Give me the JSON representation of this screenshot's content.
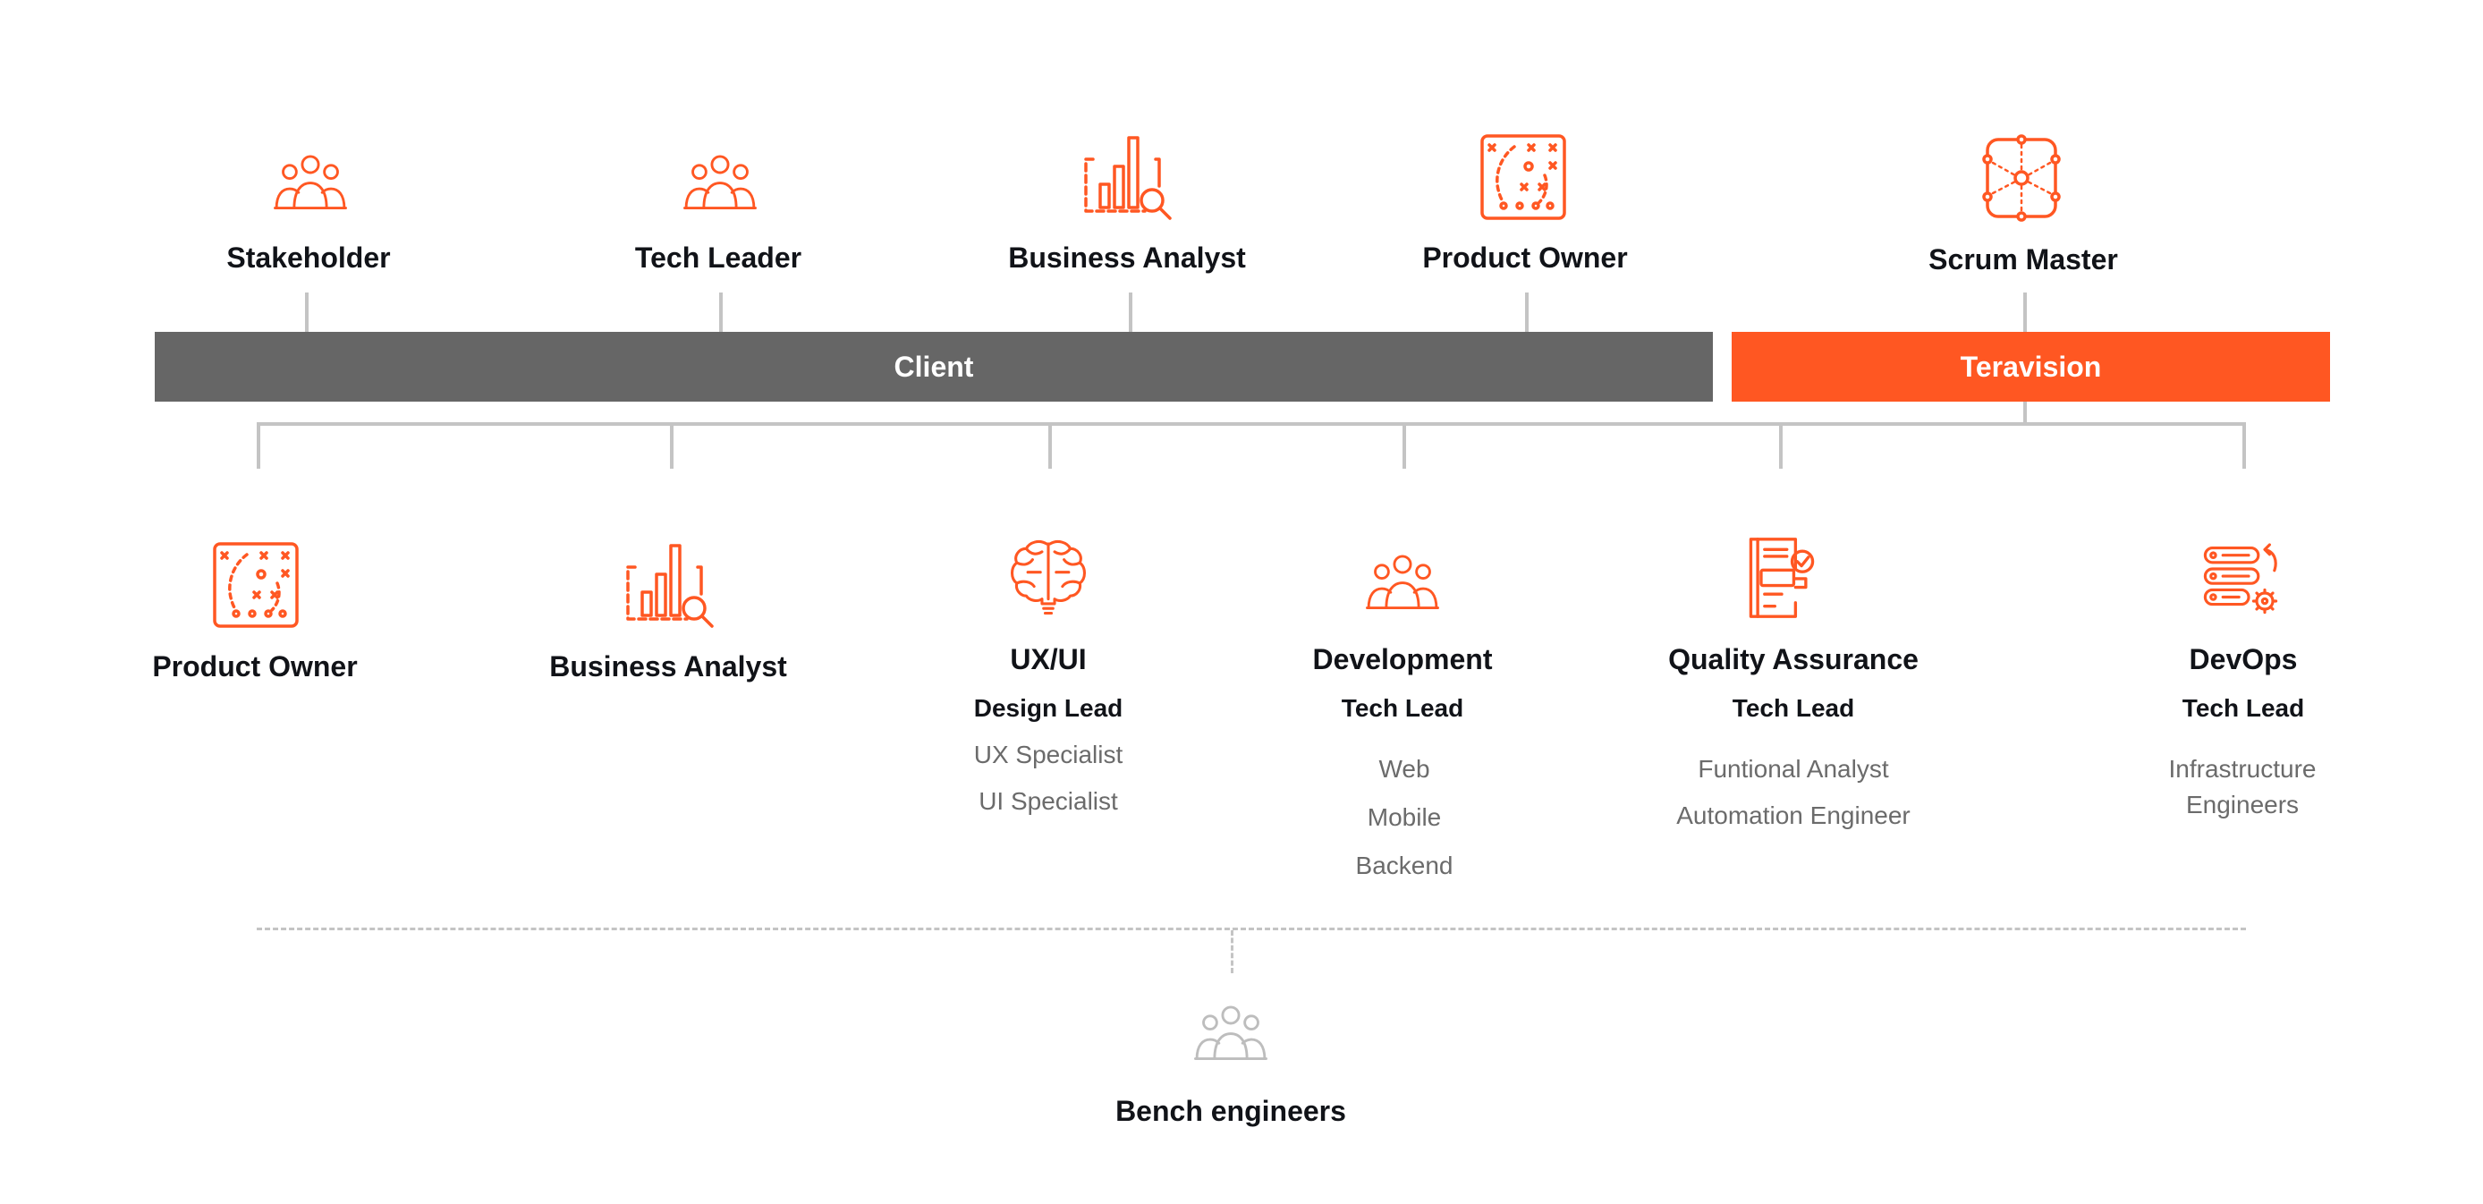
{
  "top_roles": [
    {
      "label": "Stakeholder",
      "icon": "people-group-icon"
    },
    {
      "label": "Tech Leader",
      "icon": "people-group-icon"
    },
    {
      "label": "Business Analyst",
      "icon": "analytics-chart-icon"
    },
    {
      "label": "Product Owner",
      "icon": "strategy-board-icon"
    },
    {
      "label": "Scrum Master",
      "icon": "scrum-network-icon"
    }
  ],
  "bars": {
    "client": {
      "label": "Client",
      "color": "#666666"
    },
    "teravision": {
      "label": "Teravision",
      "color": "#ff5722"
    }
  },
  "team_roles": [
    {
      "label": "Product Owner",
      "icon": "strategy-board-icon"
    },
    {
      "label": "Business Analyst",
      "icon": "analytics-chart-icon"
    },
    {
      "label": "UX/UI",
      "icon": "brain-lightbulb-icon",
      "lead": "Design Lead",
      "items": [
        "UX Specialist",
        "UI Specialist"
      ]
    },
    {
      "label": "Development",
      "icon": "people-group-icon",
      "lead": "Tech Lead",
      "items": [
        "Web",
        "Mobile",
        "Backend"
      ]
    },
    {
      "label": "Quality Assurance",
      "icon": "checklist-document-icon",
      "lead": "Tech Lead",
      "items": [
        "Funtional Analyst",
        "Automation Engineer"
      ]
    },
    {
      "label": "DevOps",
      "icon": "server-gear-icon",
      "lead": "Tech Lead",
      "items": [
        "Infrastructure Engineers"
      ]
    }
  ],
  "bench": {
    "label": "Bench engineers",
    "icon": "people-group-icon"
  },
  "colors": {
    "accent": "#ff5722",
    "dark_bar": "#666666",
    "connector": "#c4c4c4",
    "muted_icon": "#bdbdbd",
    "text": "#111318",
    "muted_text": "#6b6b6b"
  }
}
